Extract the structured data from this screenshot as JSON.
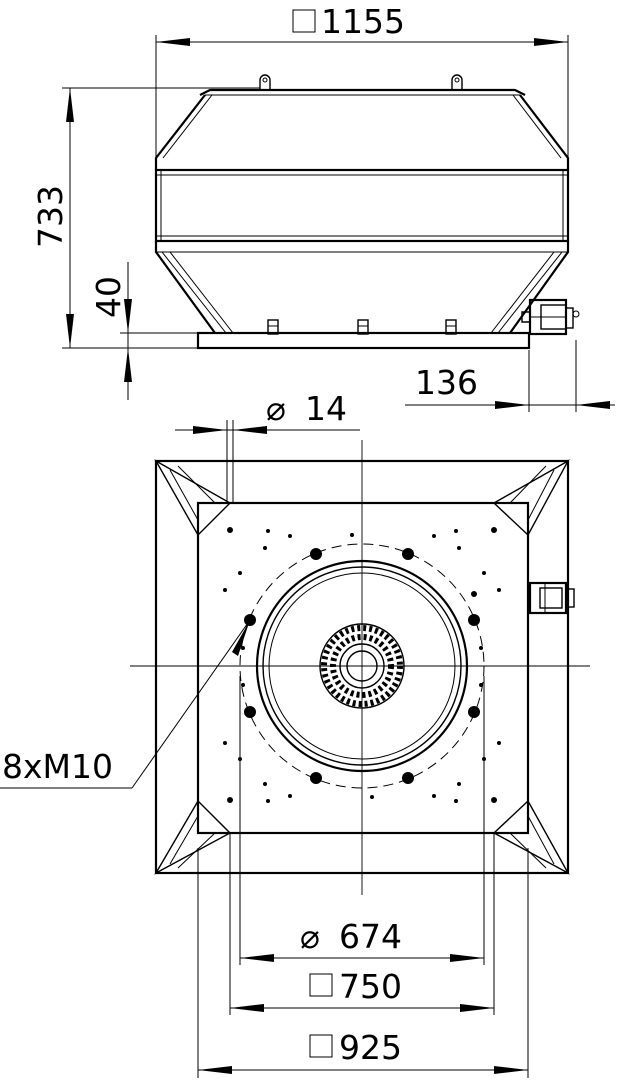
{
  "dimensions": {
    "width_top": "1155",
    "height_total": "733",
    "base_height": "40",
    "box_offset": "136",
    "hole_diameter": "14",
    "circle_diameter": "674",
    "bolt_square": "750",
    "base_square": "925",
    "bolt_callout": "8xM10"
  },
  "symbols": {
    "square": "□",
    "diameter": "⌀"
  },
  "colors": {
    "line": "#000000",
    "background": "#ffffff"
  }
}
